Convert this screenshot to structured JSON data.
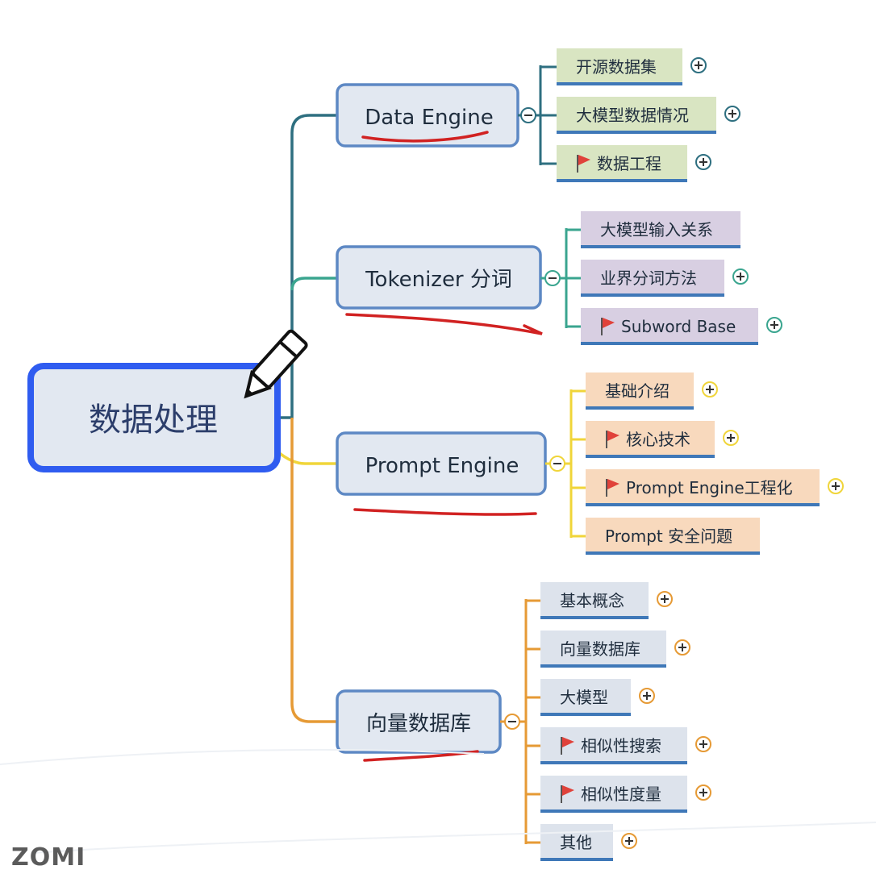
{
  "root": {
    "label": "数据处理"
  },
  "branches": [
    {
      "key": "data-engine",
      "label": "Data Engine",
      "line_color": "#2e6f80",
      "leaf_fill": "#d9e5c2",
      "underline": "#3f78b8",
      "leaves": [
        {
          "label": "开源数据集",
          "flag": false,
          "expand": true
        },
        {
          "label": "大模型数据情况",
          "flag": false,
          "expand": true
        },
        {
          "label": "数据工程",
          "flag": true,
          "expand": true
        }
      ]
    },
    {
      "key": "tokenizer",
      "label": "Tokenizer 分词",
      "line_color": "#3aa58f",
      "leaf_fill": "#d8cfe2",
      "underline": "#3f78b8",
      "leaves": [
        {
          "label": "大模型输入关系",
          "flag": false,
          "expand": false
        },
        {
          "label": "业界分词方法",
          "flag": false,
          "expand": true
        },
        {
          "label": "Subword Base",
          "flag": true,
          "expand": true
        }
      ]
    },
    {
      "key": "prompt-engine",
      "label": "Prompt Engine",
      "line_color": "#f0d53a",
      "leaf_fill": "#f8d9bd",
      "underline": "#3f78b8",
      "leaves": [
        {
          "label": "基础介绍",
          "flag": false,
          "expand": true
        },
        {
          "label": "核心技术",
          "flag": true,
          "expand": true
        },
        {
          "label": "Prompt Engine工程化",
          "flag": true,
          "expand": true
        },
        {
          "label": "Prompt 安全问题",
          "flag": false,
          "expand": false
        }
      ]
    },
    {
      "key": "vector-db",
      "label": "向量数据库",
      "line_color": "#e69a35",
      "leaf_fill": "#dde3ec",
      "underline": "#3f78b8",
      "leaves": [
        {
          "label": "基本概念",
          "flag": false,
          "expand": true
        },
        {
          "label": "向量数据库",
          "flag": false,
          "expand": true
        },
        {
          "label": "大模型",
          "flag": false,
          "expand": true
        },
        {
          "label": "相似性搜索",
          "flag": true,
          "expand": true
        },
        {
          "label": "相似性度量",
          "flag": true,
          "expand": true
        },
        {
          "label": "其他",
          "flag": false,
          "expand": true
        }
      ]
    }
  ],
  "colors": {
    "node_fill": "#e2e8f1",
    "node_border": "#5d88c4",
    "root_border": "#2f5cf0",
    "flag": "#e0423a",
    "annotation": "#d12222"
  },
  "icons": [
    "pencil-icon",
    "flag-icon",
    "collapse-icon",
    "expand-icon"
  ],
  "watermark": "ZOMI"
}
